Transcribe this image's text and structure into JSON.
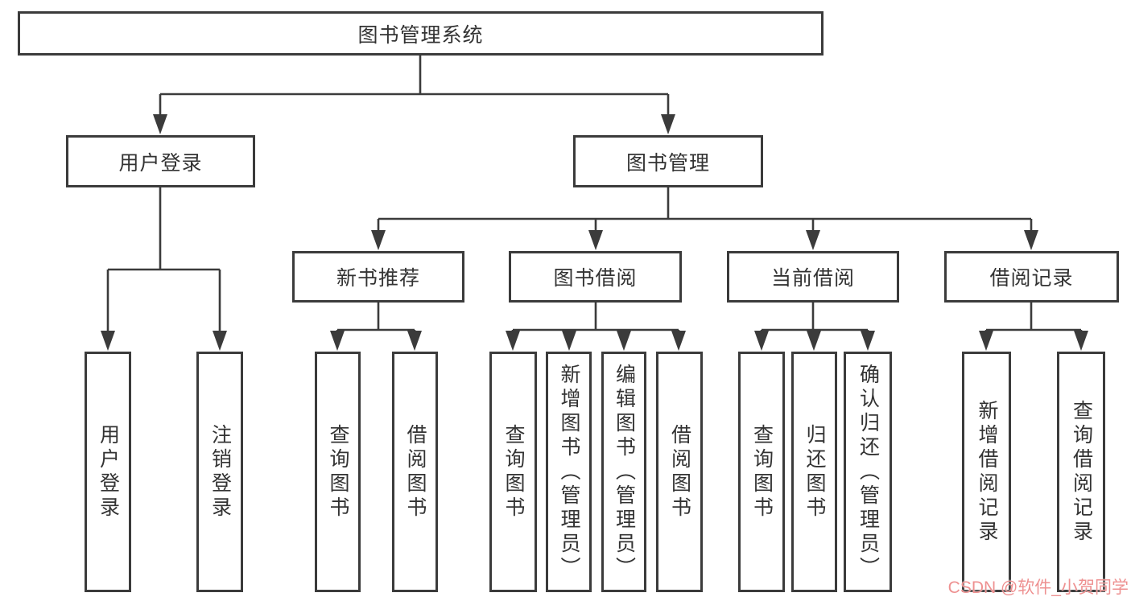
{
  "diagram": {
    "tree": {
      "root": {
        "label": "图书管理系统",
        "children": [
          {
            "label": "用户登录",
            "children": [
              {
                "label": "用户登录"
              },
              {
                "label": "注销登录"
              }
            ]
          },
          {
            "label": "图书管理",
            "children": [
              {
                "label": "新书推荐",
                "children": [
                  {
                    "label": "查询图书"
                  },
                  {
                    "label": "借阅图书"
                  }
                ]
              },
              {
                "label": "图书借阅",
                "children": [
                  {
                    "label": "查询图书"
                  },
                  {
                    "label": "新增图书（管理员）"
                  },
                  {
                    "label": "编辑图书（管理员）"
                  },
                  {
                    "label": "借阅图书"
                  }
                ]
              },
              {
                "label": "当前借阅",
                "children": [
                  {
                    "label": "查询图书"
                  },
                  {
                    "label": "归还图书"
                  },
                  {
                    "label": "确认归还（管理员）"
                  }
                ]
              },
              {
                "label": "借阅记录",
                "children": [
                  {
                    "label": "新增借阅记录"
                  },
                  {
                    "label": "查询借阅记录"
                  }
                ]
              }
            ]
          }
        ]
      }
    }
  },
  "watermark": {
    "text": "CSDN @软件_小贺同学",
    "color": "#ee9191"
  },
  "colors": {
    "line": "#3b3b3b",
    "box_border": "#3b3b3b",
    "background": "#ffffff",
    "text": "#333333"
  }
}
